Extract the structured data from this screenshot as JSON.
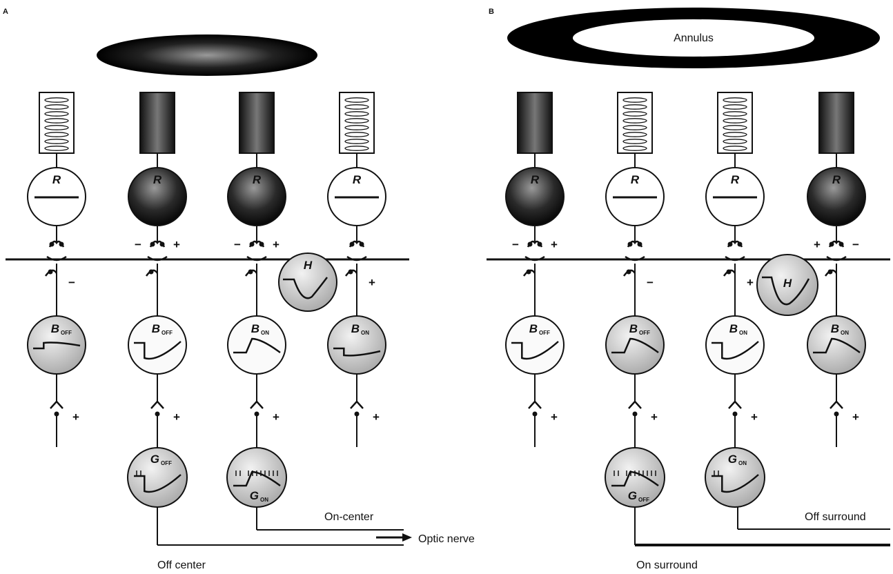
{
  "panels": [
    {
      "label": "A",
      "stimulus": "",
      "rod_symbol": "R",
      "horizontal_symbol": "H",
      "bipolar_symbol": "B",
      "ganglion_symbol": "G",
      "bipolar_subs": [
        "OFF",
        "OFF",
        "ON",
        "ON"
      ],
      "ganglion_subs": [
        "OFF",
        "ON"
      ],
      "rod_states": [
        "light",
        "dark",
        "dark",
        "light"
      ],
      "synapse_signs_top": [
        [
          "",
          ""
        ],
        [
          "−",
          "+"
        ],
        [
          "−",
          "+"
        ],
        [
          "",
          ""
        ]
      ],
      "synapse_signs_mid": [
        "−",
        "",
        "",
        "+"
      ],
      "ganglion_signs": [
        "+",
        "+",
        "+",
        "+"
      ],
      "pathway_labels": {
        "upper": "On-center",
        "lower": "Off center"
      },
      "output_label": "Optic nerve"
    },
    {
      "label": "B",
      "stimulus": "Annulus",
      "rod_symbol": "R",
      "horizontal_symbol": "H",
      "bipolar_symbol": "B",
      "ganglion_symbol": "G",
      "bipolar_subs": [
        "OFF",
        "OFF",
        "ON",
        "ON"
      ],
      "ganglion_subs": [
        "OFF",
        "ON"
      ],
      "rod_states": [
        "dark",
        "light",
        "light",
        "dark"
      ],
      "synapse_signs_top": [
        [
          "−",
          "+"
        ],
        [
          "",
          ""
        ],
        [
          "",
          ""
        ],
        [
          "+",
          "−"
        ]
      ],
      "synapse_signs_mid": [
        "",
        "−",
        "+",
        ""
      ],
      "ganglion_signs": [
        "+",
        "+",
        "+",
        "+"
      ],
      "pathway_labels": {
        "upper": "Off surround",
        "lower": "On surround"
      }
    }
  ],
  "colors": {
    "ink": "#111111",
    "paper": "#ffffff",
    "shade": "#cfcfcf"
  }
}
